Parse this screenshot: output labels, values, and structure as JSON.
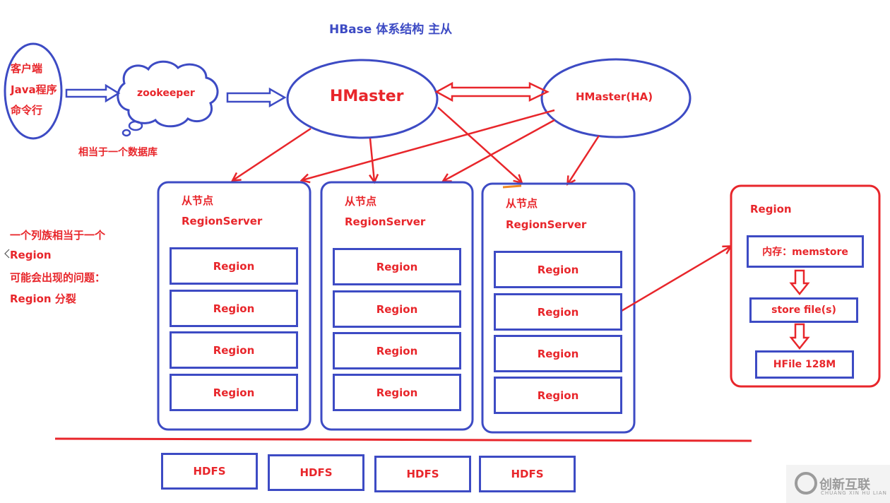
{
  "title": "HBase 体系结构  主从",
  "client": {
    "lines": [
      "客户端",
      "Java程序",
      "命令行"
    ]
  },
  "zookeeper": {
    "label": "zookeeper",
    "note": "相当于一个数据库"
  },
  "hmaster": {
    "label": "HMaster"
  },
  "hmaster_ha": {
    "label": "HMaster(HA)"
  },
  "region_servers": [
    {
      "line1": "从节点",
      "line2": "RegionServer",
      "regions": [
        "Region",
        "Region",
        "Region",
        "Region"
      ]
    },
    {
      "line1": "从节点",
      "line2": "RegionServer",
      "regions": [
        "Region",
        "Region",
        "Region",
        "Region"
      ]
    },
    {
      "line1": "从节点",
      "line2": "RegionServer",
      "regions": [
        "Region",
        "Region",
        "Region",
        "Region"
      ]
    }
  ],
  "notes": {
    "line1": "一个列族相当于一个",
    "line2": "Region",
    "line3": "可能会出现的问题：",
    "line4": "Region 分裂"
  },
  "hdfs": [
    "HDFS",
    "HDFS",
    "HDFS",
    "HDFS"
  ],
  "region_detail": {
    "title": "Region",
    "memstore": "内存：memstore",
    "storefile": "store file(s)",
    "hfile": "HFile  128M"
  },
  "watermark": {
    "name": "创新互联",
    "sub": "CHUANG XIN HU LIAN"
  },
  "colors": {
    "red": "#e8262b",
    "blue": "#3d4bc4"
  }
}
